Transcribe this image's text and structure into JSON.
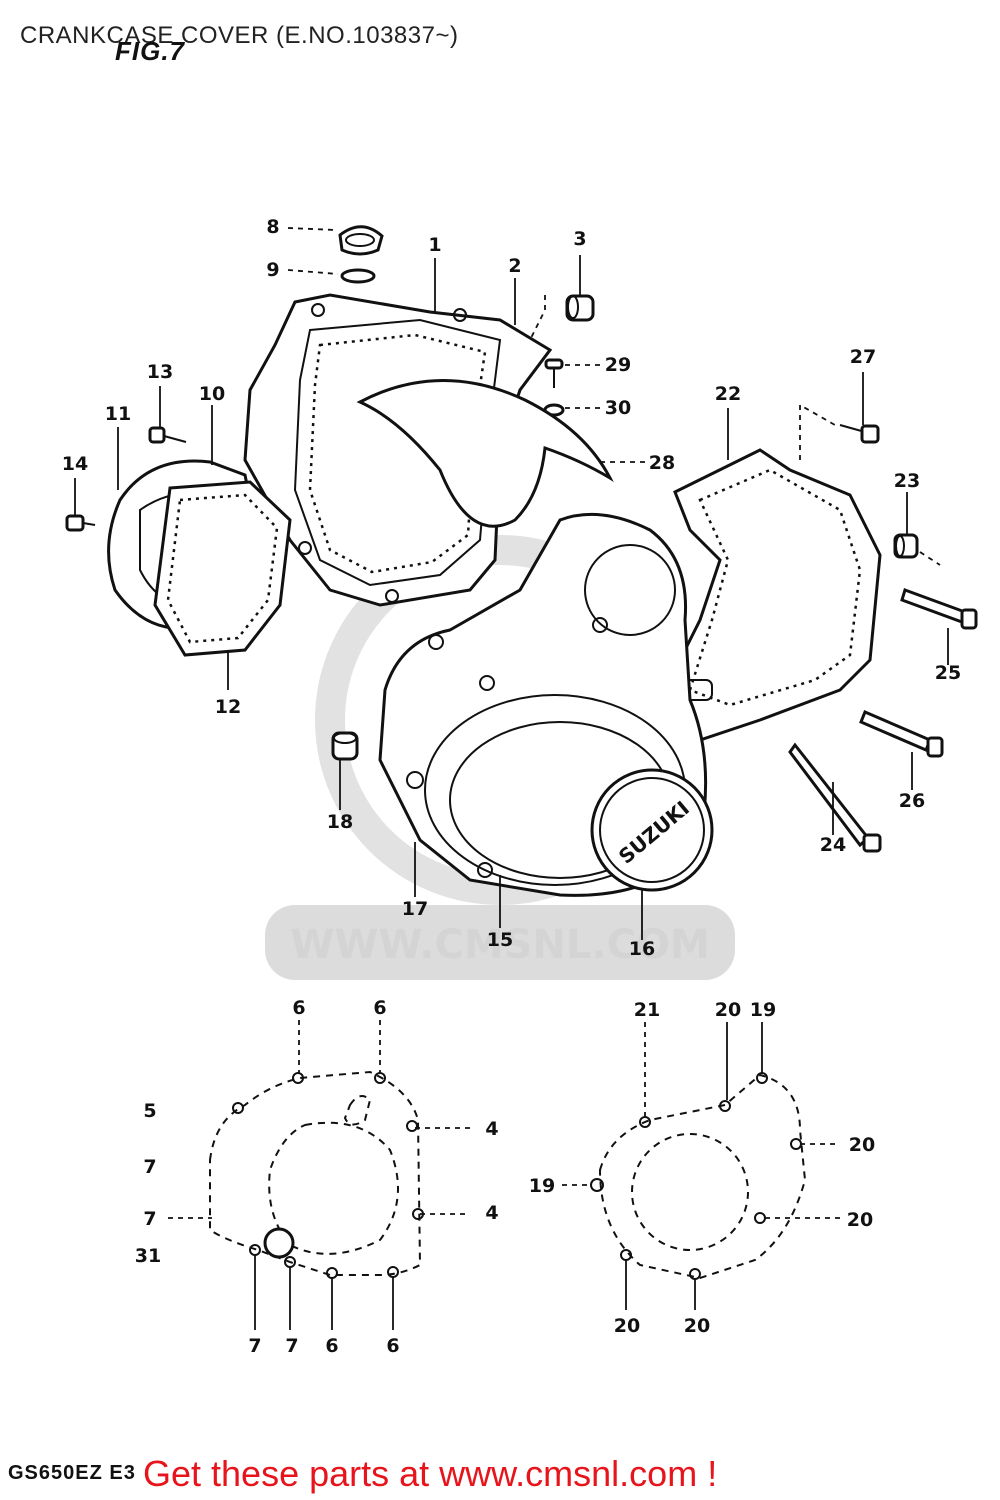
{
  "page": {
    "title": "CRANKCASE COVER (E.NO.103837~)",
    "figure_label": "FIG.7",
    "model_code": "GS650EZ E3",
    "cta": "Get these parts at www.cmsnl.com !"
  },
  "watermark": {
    "text": "WWW.CMSNL.COM"
  },
  "diagram": {
    "brand_text": "SUZUKI",
    "callouts": {
      "c1": "1",
      "c2": "2",
      "c3": "3",
      "c8": "8",
      "c9": "9",
      "c10": "10",
      "c11": "11",
      "c12": "12",
      "c13": "13",
      "c14": "14",
      "c15": "15",
      "c16": "16",
      "c17": "17",
      "c18": "18",
      "c22": "22",
      "c23": "23",
      "c24": "24",
      "c25": "25",
      "c26": "26",
      "c27": "27",
      "c28": "28",
      "c29": "29",
      "c30": "30",
      "l_6a": "6",
      "l_6b": "6",
      "l_5": "5",
      "l_4a": "4",
      "l_7a": "7",
      "l_7b": "7",
      "l_4b": "4",
      "l_31": "31",
      "l_7c": "7",
      "l_7d": "7",
      "l_6c": "6",
      "l_6d": "6",
      "r_21": "21",
      "r_20a": "20",
      "r_19a": "19",
      "r_20b": "20",
      "r_19b": "19",
      "r_20c": "20",
      "r_20d": "20",
      "r_20e": "20"
    }
  }
}
